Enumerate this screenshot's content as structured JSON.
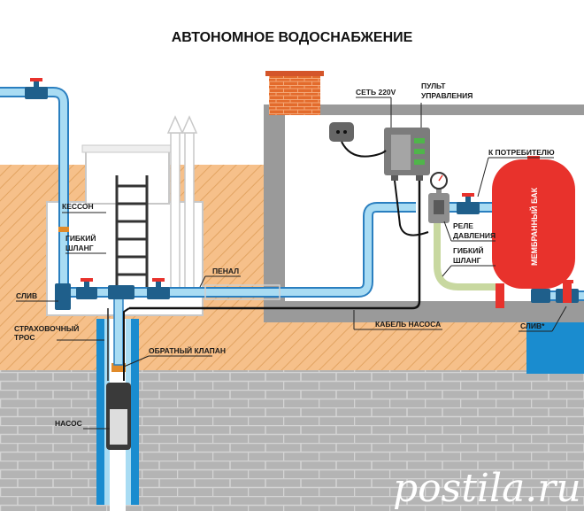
{
  "title": "АВТОНОМНОЕ ВОДОСНАБЖЕНИЕ",
  "labels": {
    "caisson": "КЕССОН",
    "flex_hose_left_1": "ГИБКИЙ",
    "flex_hose_left_2": "ШЛАНГ",
    "drain_left": "СЛИВ",
    "safety_rope_1": "СТРАХОВОЧНЫЙ",
    "safety_rope_2": "ТРОС",
    "check_valve": "ОБРАТНЫЙ КЛАПАН",
    "pump": "НАСОС",
    "casing": "ПЕНАЛ",
    "pump_cable": "КАБЕЛЬ НАСОСА",
    "mains": "СЕТЬ 220V",
    "control_1": "ПУЛЬТ",
    "control_2": "УПРАВЛЕНИЯ",
    "to_consumer": "К ПОТРЕБИТЕЛЮ",
    "pressure_relay_1": "РЕЛЕ",
    "pressure_relay_2": "ДАВЛЕНИЯ",
    "flex_hose_right_1": "ГИБКИЙ",
    "flex_hose_right_2": "ШЛАНГ",
    "membrane_tank": "МЕМБРАННЫЙ БАК",
    "drain_right": "СЛИВ*"
  },
  "watermark": "postila.ru",
  "colors": {
    "soil": "#f6c08a",
    "soil_hatch": "#e0a060",
    "brick": "#b4b4b4",
    "brick_line": "#d6d6d6",
    "water_pipe": "#a9dcf3",
    "pipe_outline": "#2a7fc0",
    "valve": "#1f5f8b",
    "tank": "#e8322c",
    "house_wall": "#9a9a9a",
    "chimney": "#e36b2c",
    "well_blue": "#1a8ccf"
  }
}
